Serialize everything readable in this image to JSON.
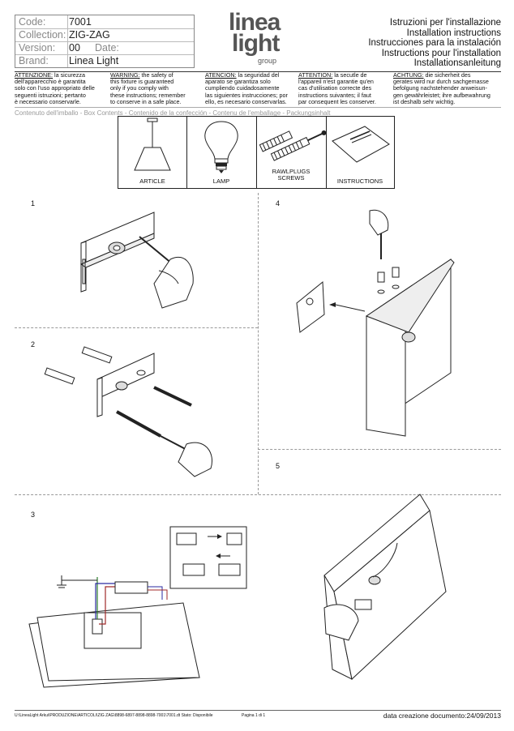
{
  "header": {
    "code_label": "Code:",
    "code_value": "7001",
    "collection_label": "Collection:",
    "collection_value": "ZIG-ZAG",
    "version_label": "Version:",
    "version_value": "00",
    "date_label": "Date:",
    "brand_label": "Brand:",
    "brand_value": "Linea Light"
  },
  "logo": {
    "line1": "linea",
    "line2": "light",
    "line3": "group"
  },
  "titles": [
    "Istruzioni per l'installazione",
    "Installation instructions",
    "Instrucciones para la instalación",
    "Instructions pour l'installation",
    "Installationsanleitung"
  ],
  "warnings": [
    {
      "head": "ATTENZIONE:",
      "l1": " la sicurezza",
      "l2": "dell'apparecchio è garantita",
      "l3": "solo con l'uso appropriato delle",
      "l4": "seguenti istruzioni; pertanto",
      "l5": "è necessario conservarle."
    },
    {
      "head": "WARNING:",
      "l1": " the safety of",
      "l2": "this fixture is guaranteed",
      "l3": "only if you comply with",
      "l4": "these instructions; remember",
      "l5": "to conserve in a safe place."
    },
    {
      "head": "ATENCION:",
      "l1": " la seguridad del",
      "l2": "aparato se garantiza solo",
      "l3": "cumpliendo cuidadosamente",
      "l4": "las siguientes instrucciones; por",
      "l5": "ello, es necesario conservarlas."
    },
    {
      "head": "ATTENTION:",
      "l1": " la secutle de",
      "l2": "l'appareil n'est garantie qu'en",
      "l3": "cas d'utilisation correcte des",
      "l4": "instructions suivantes; il faut",
      "l5": "par consequent les conserver."
    },
    {
      "head": "ACHTUNG:",
      "l1": " die sicherheit des",
      "l2": "gerates wird nur durch sachgemasse",
      "l3": "befolgung nachstehender anweisun-",
      "l4": "gen gewährleistet; ihre aufbewahrung",
      "l5": "ist deshalb sehr wichtig."
    }
  ],
  "contents_heading": "Contenuto dell'imballo - Box Contents - Contenido de la confección - Contenu de l'emballage - Packungsinhalt",
  "contents": [
    {
      "label": "ARTICLE",
      "icon": "pendant-lamp-icon"
    },
    {
      "label": "LAMP",
      "icon": "bulb-icon"
    },
    {
      "label1": "RAWLPLUGS",
      "label2": "SCREWS",
      "icon": "screws-icon"
    },
    {
      "label": "INSTRUCTIONS",
      "icon": "leaflet-icon"
    }
  ],
  "steps": [
    "1",
    "2",
    "3",
    "4",
    "5"
  ],
  "footer": {
    "path": "U:\\LineaLight Arkui\\PRODUZIONE\\ARTICOLI\\ZIG ZAG\\8898-6897-8898-8898-7001\\7001.dt  Stato: Disponibile",
    "page": "Pagina   1 di  1",
    "date": "data creazione documento:24/09/2013"
  }
}
